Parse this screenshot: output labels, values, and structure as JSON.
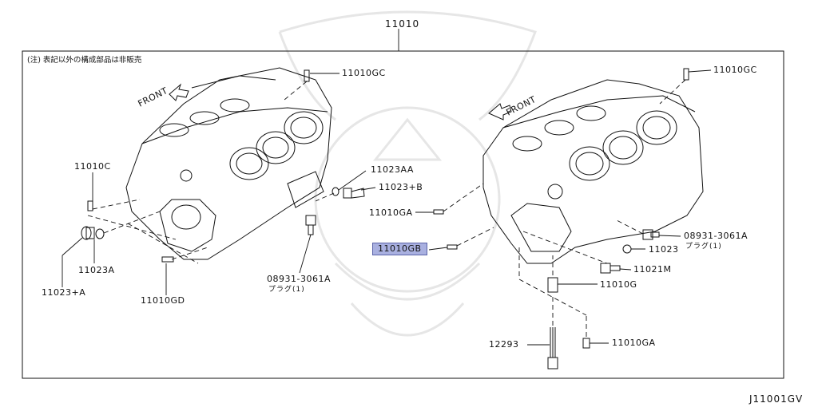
{
  "title_part": "11010",
  "note": "(注) 表記以外の構成部品は非販売",
  "diagram_code": "J11001GV",
  "front_left": "FRONT",
  "front_right": "FRONT",
  "labels": {
    "gc_left": "11010GC",
    "gc_right": "11010GC",
    "c": "11010C",
    "aa": "11023AA",
    "b_plus": "11023+B",
    "ga_top": "11010GA",
    "gb": "11010GB",
    "a": "11023A",
    "a_plus": "11023+A",
    "gd": "11010GD",
    "plug_left": "08931-3061A",
    "plug_left_sub": "プラグ(1)",
    "plug_right": "08931-3061A",
    "plug_right_sub": "プラグ(1)",
    "p11023": "11023",
    "m": "11021M",
    "g": "11010G",
    "bolt": "12293",
    "ga_bottom": "11010GA"
  },
  "highlight_color": "#a9b0e0"
}
